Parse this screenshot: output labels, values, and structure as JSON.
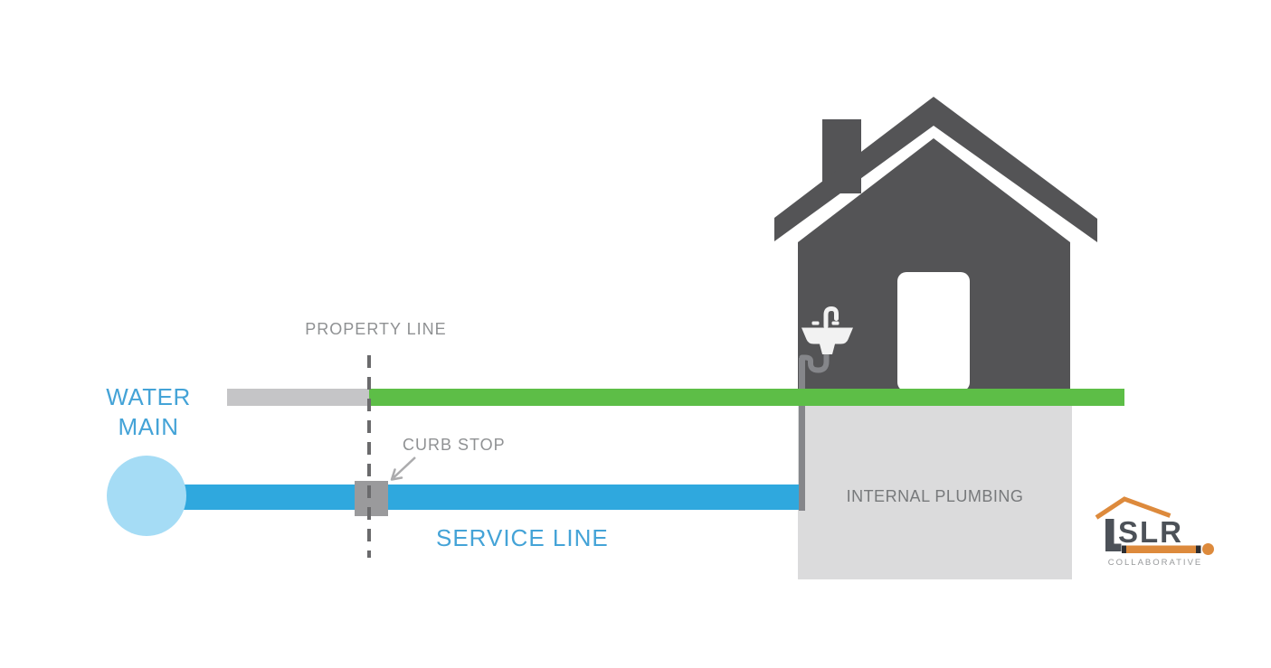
{
  "labels": {
    "water_main": "WATER MAIN",
    "property_line": "PROPERTY LINE",
    "curb_stop": "CURB STOP",
    "service_line": "SERVICE LINE",
    "internal_plumbing": "INTERNAL PLUMBING"
  },
  "logo": {
    "name": "SLR",
    "subtitle": "COLLABORATIVE"
  },
  "icons": {
    "house": "house-icon",
    "sink": "sink-faucet-icon",
    "curb_stop_pointer": "arrow-icon",
    "logo_roof": "roofline-icon",
    "logo_pipe": "pipe-icon"
  },
  "colors": {
    "service_line_blue": "#2FA8DE",
    "water_main_fill": "#A5DCF5",
    "label_blue": "#44A3D7",
    "label_gray": "#8F9193",
    "public_surface_gray": "#C5C5C7",
    "private_surface_green": "#5DBE47",
    "house_dark": "#545456",
    "foundation_gray": "#DBDBDC",
    "pipe_gray": "#85868A",
    "curb_stop_gray": "#9A9A9C",
    "dashed_line_gray": "#6A6A6C",
    "logo_orange": "#DD8A3C",
    "logo_dark": "#4C5158"
  }
}
